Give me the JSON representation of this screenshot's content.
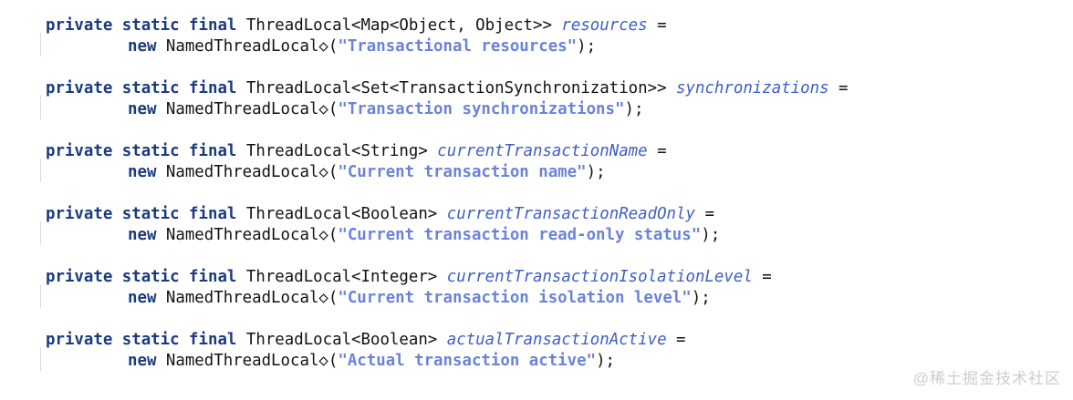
{
  "colors": {
    "background": "#ffffff",
    "keyword": "#1a3b80",
    "plain": "#121212",
    "field": "#3d5ec6",
    "string": "#6a83d8",
    "indent_guide": "#dcdcdc",
    "watermark": "#cccccc"
  },
  "watermark": "@稀土掘金技术社区",
  "code": {
    "language": "java",
    "blocks": [
      {
        "declaration": [
          {
            "t": "kw",
            "s": "private static final "
          },
          {
            "t": "plain",
            "s": "ThreadLocal<Map<Object, Object>> "
          },
          {
            "t": "field",
            "s": "resources"
          },
          {
            "t": "plain",
            "s": " ="
          }
        ],
        "initializer": [
          {
            "t": "kw",
            "s": "new "
          },
          {
            "t": "plain",
            "s": "NamedThreadLocal◇("
          },
          {
            "t": "string",
            "s": "\"Transactional resources\""
          },
          {
            "t": "plain",
            "s": ");"
          }
        ]
      },
      {
        "declaration": [
          {
            "t": "kw",
            "s": "private static final "
          },
          {
            "t": "plain",
            "s": "ThreadLocal<Set<TransactionSynchronization>> "
          },
          {
            "t": "field",
            "s": "synchronizations"
          },
          {
            "t": "plain",
            "s": " ="
          }
        ],
        "initializer": [
          {
            "t": "kw",
            "s": "new "
          },
          {
            "t": "plain",
            "s": "NamedThreadLocal◇("
          },
          {
            "t": "string",
            "s": "\"Transaction synchronizations\""
          },
          {
            "t": "plain",
            "s": ");"
          }
        ]
      },
      {
        "declaration": [
          {
            "t": "kw",
            "s": "private static final "
          },
          {
            "t": "plain",
            "s": "ThreadLocal<String> "
          },
          {
            "t": "field",
            "s": "currentTransactionName"
          },
          {
            "t": "plain",
            "s": " ="
          }
        ],
        "initializer": [
          {
            "t": "kw",
            "s": "new "
          },
          {
            "t": "plain",
            "s": "NamedThreadLocal◇("
          },
          {
            "t": "string",
            "s": "\"Current transaction name\""
          },
          {
            "t": "plain",
            "s": ");"
          }
        ]
      },
      {
        "declaration": [
          {
            "t": "kw",
            "s": "private static final "
          },
          {
            "t": "plain",
            "s": "ThreadLocal<Boolean> "
          },
          {
            "t": "field",
            "s": "currentTransactionReadOnly"
          },
          {
            "t": "plain",
            "s": " ="
          }
        ],
        "initializer": [
          {
            "t": "kw",
            "s": "new "
          },
          {
            "t": "plain",
            "s": "NamedThreadLocal◇("
          },
          {
            "t": "string",
            "s": "\"Current transaction read-only status\""
          },
          {
            "t": "plain",
            "s": ");"
          }
        ]
      },
      {
        "declaration": [
          {
            "t": "kw",
            "s": "private static final "
          },
          {
            "t": "plain",
            "s": "ThreadLocal<Integer> "
          },
          {
            "t": "field",
            "s": "currentTransactionIsolationLevel"
          },
          {
            "t": "plain",
            "s": " ="
          }
        ],
        "initializer": [
          {
            "t": "kw",
            "s": "new "
          },
          {
            "t": "plain",
            "s": "NamedThreadLocal◇("
          },
          {
            "t": "string",
            "s": "\"Current transaction isolation level\""
          },
          {
            "t": "plain",
            "s": ");"
          }
        ]
      },
      {
        "declaration": [
          {
            "t": "kw",
            "s": "private static final "
          },
          {
            "t": "plain",
            "s": "ThreadLocal<Boolean> "
          },
          {
            "t": "field",
            "s": "actualTransactionActive"
          },
          {
            "t": "plain",
            "s": " ="
          }
        ],
        "initializer": [
          {
            "t": "kw",
            "s": "new "
          },
          {
            "t": "plain",
            "s": "NamedThreadLocal◇("
          },
          {
            "t": "string",
            "s": "\"Actual transaction active\""
          },
          {
            "t": "plain",
            "s": ");"
          }
        ]
      }
    ]
  }
}
